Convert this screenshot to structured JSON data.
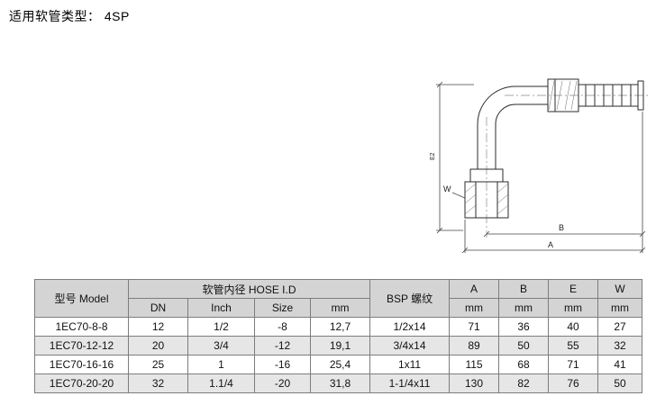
{
  "page": {
    "hose_type_label": "适用软管类型： 4SP"
  },
  "drawing": {
    "dim_a": "A",
    "dim_b": "B",
    "dim_w": "W",
    "dim_e": "E2"
  },
  "table": {
    "header_row1": {
      "model": "型号 Model",
      "hose_id": "软管内径 HOSE I.D",
      "bsp": "BSP 螺纹",
      "a": "A",
      "b": "B",
      "e": "E",
      "w": "W"
    },
    "header_row2": {
      "dn": "DN",
      "inch": "Inch",
      "size": "Size",
      "mm": "mm",
      "a_mm": "mm",
      "b_mm": "mm",
      "e_mm": "mm",
      "w_mm": "mm"
    },
    "rows": [
      {
        "model": "1EC70-8-8",
        "dn": "12",
        "inch": "1/2",
        "size": "-8",
        "mm": "12,7",
        "bsp": "1/2x14",
        "a": "71",
        "b": "36",
        "e": "40",
        "w": "27"
      },
      {
        "model": "1EC70-12-12",
        "dn": "20",
        "inch": "3/4",
        "size": "-12",
        "mm": "19,1",
        "bsp": "3/4x14",
        "a": "89",
        "b": "50",
        "e": "55",
        "w": "32"
      },
      {
        "model": "1EC70-16-16",
        "dn": "25",
        "inch": "1",
        "size": "-16",
        "mm": "25,4",
        "bsp": "1x11",
        "a": "115",
        "b": "68",
        "e": "71",
        "w": "41"
      },
      {
        "model": "1EC70-20-20",
        "dn": "32",
        "inch": "1.1/4",
        "size": "-20",
        "mm": "31,8",
        "bsp": "1-1/4x11",
        "a": "130",
        "b": "82",
        "e": "76",
        "w": "50"
      }
    ]
  }
}
